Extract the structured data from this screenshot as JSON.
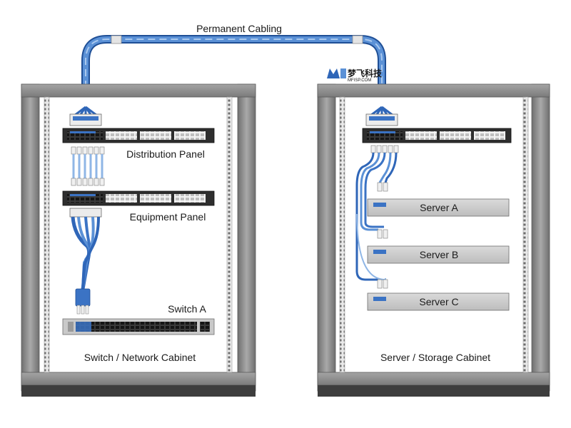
{
  "labels": {
    "permanent_cabling": "Permanent Cabling",
    "distribution_panel": "Distribution Panel",
    "equipment_panel": "Equipment Panel",
    "switch_a": "Switch A",
    "left_cabinet": "Switch / Network Cabinet",
    "right_cabinet": "Server / Storage Cabinet",
    "server_a": "Server A",
    "server_b": "Server B",
    "server_c": "Server C"
  },
  "watermark": {
    "text": "梦飞科技",
    "subtext": "MFISP.COM"
  },
  "colors": {
    "cable_blue": "#3b73c4",
    "cable_light": "#8fb6e6",
    "rack_gray": "#8a8a8a",
    "rack_dark": "#4a4a4a",
    "server_fill": "#cdcdcd",
    "panel_dark": "#2e2e2e"
  }
}
